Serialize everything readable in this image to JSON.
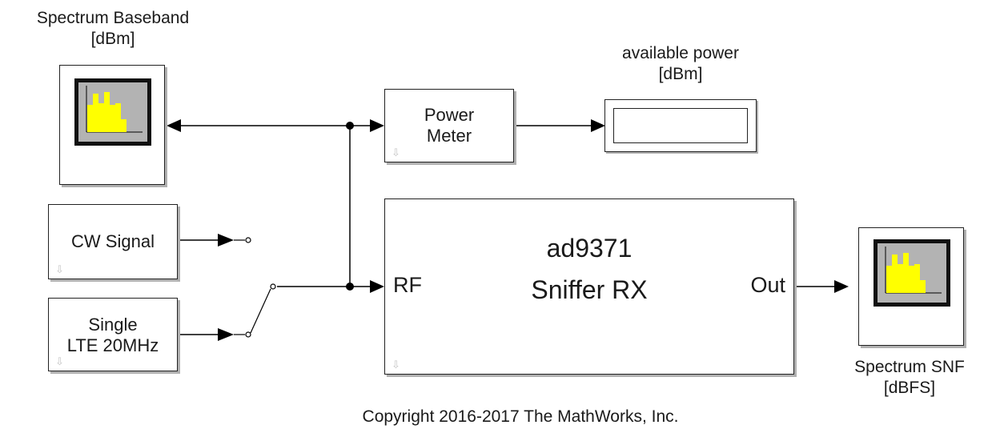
{
  "blocks": {
    "spectrum_baseband": {
      "caption": "Spectrum Baseband\n[dBm]"
    },
    "power_meter": {
      "label": "Power\nMeter"
    },
    "available_power": {
      "caption": "available power\n[dBm]"
    },
    "cw_signal": {
      "label": "CW Signal"
    },
    "single_lte": {
      "label": "Single\nLTE 20MHz"
    },
    "sniffer": {
      "title": "ad9371",
      "subtitle": "Sniffer RX",
      "in_port": "RF",
      "out_port": "Out"
    },
    "spectrum_snf": {
      "caption": "Spectrum SNF\n[dBFS]"
    }
  },
  "copyright": "Copyright 2016-2017 The MathWorks, Inc.",
  "colors": {
    "spectrum_bars": "#ffff00",
    "scope_bg": "#b3b3b3",
    "line": "#000000"
  },
  "icons": {
    "fold": "down-arrow-icon"
  }
}
